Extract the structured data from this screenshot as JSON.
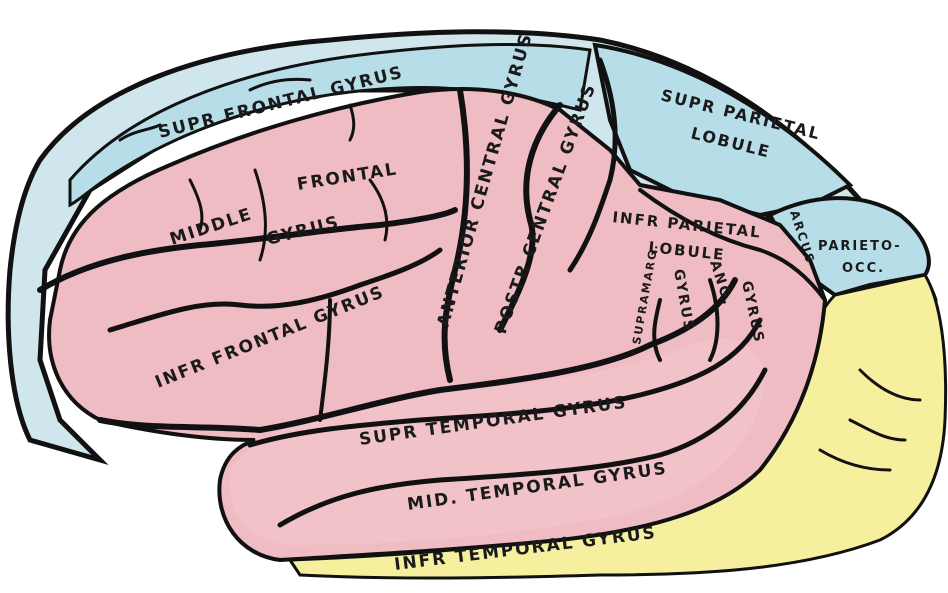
{
  "colors": {
    "frontal_margin": "#cfe6ec",
    "blue_lobe": "#b7dde8",
    "pink_gyri": "#efbcc3",
    "pink_light": "#f6d2d6",
    "yellow_lobe": "#f5ef9e",
    "outline": "#111111"
  },
  "labels": {
    "supr_frontal": "SUPR FRONTAL GYRUS",
    "middle": "MIDDLE",
    "frontal": "FRONTAL",
    "gyrus_mid": "GYRUS",
    "infr_frontal": "INFR FRONTAL GYRUS",
    "anterior_central": "ANTERIOR CENTRAL GYRUS",
    "post_central": "POSTR CENTRAL GYRUS",
    "supr_parietal": "SUPR PARIETAL",
    "lobule_sp": "LOBULE",
    "infr_parietal": "INFR PARIETAL",
    "lobule_ip": "LOBULE",
    "supramarg": "SUPRAMARG.",
    "gyrus_supramarg": "GYRUS",
    "ang": "ANG.",
    "gyrus_ang": "GYRUS",
    "arcus": "ARCUS",
    "parieto": "PARIETO-",
    "occ": "OCC.",
    "supr_temporal": "SUPR TEMPORAL GYRUS",
    "mid_temporal": "MID. TEMPORAL GYRUS",
    "infr_temporal": "INFR TEMPORAL GYRUS"
  }
}
